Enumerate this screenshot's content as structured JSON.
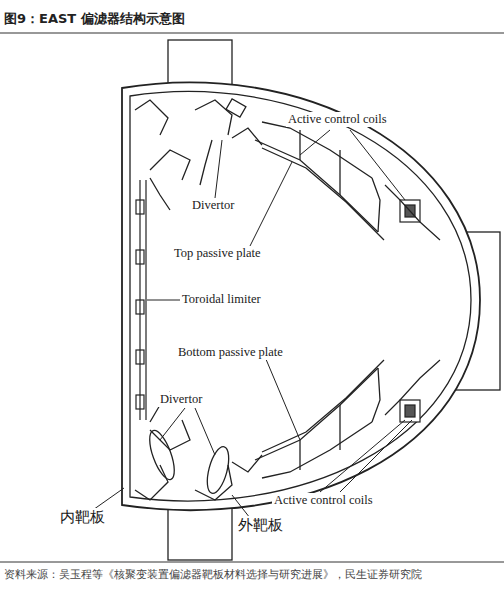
{
  "diagram": {
    "title": "图9：EAST 偏滤器结构示意图",
    "caption": "资料来源：吴玉程等《核聚变装置偏滤器靶板材料选择与研究进展》，民生证券研究院",
    "labels": [
      "Active control coils",
      "Divertor",
      "Top passive plate",
      "Toroidal limiter",
      "Bottom passive plate",
      "Divertor",
      "Active control coils",
      "内靶板",
      "外靶板"
    ]
  }
}
